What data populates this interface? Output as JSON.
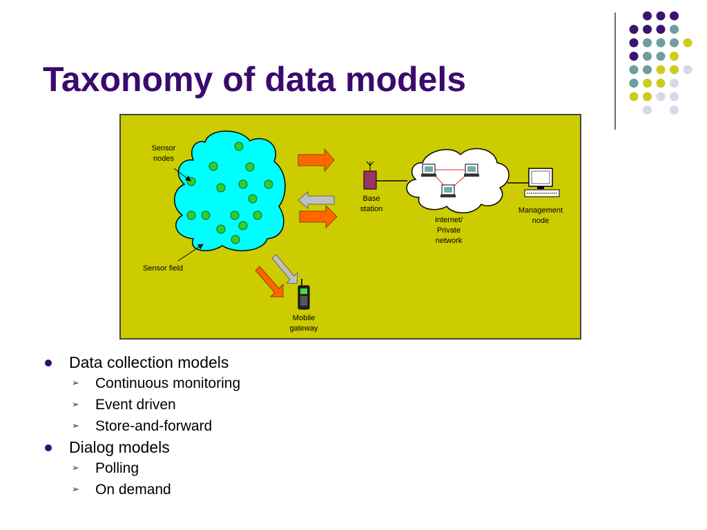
{
  "title": "Taxonomy of data models",
  "diagram": {
    "sensor_nodes_label": [
      "Sensor",
      "nodes"
    ],
    "sensor_field_label": "Sensor field",
    "base_station_label": [
      "Base",
      "station"
    ],
    "network_label": [
      "Internet/",
      "Private",
      "network"
    ],
    "management_node_label": [
      "Management",
      "node"
    ],
    "mobile_gateway_label": [
      "Mobile",
      "gateway"
    ]
  },
  "bullets": [
    {
      "text": "Data collection models",
      "children": [
        "Continuous monitoring",
        "Event driven",
        "Store-and-forward"
      ]
    },
    {
      "text": "Dialog models",
      "children": [
        "Polling",
        "On demand"
      ]
    }
  ],
  "colors": {
    "title": "#3a0a6e",
    "diagram_background": "#cccc00",
    "sensor_cloud": "#00ffff",
    "sensor_node": "#33cc33",
    "base_station": "#993366",
    "arrow_orange": "#ff6600",
    "arrow_gray": "#c0c0c0",
    "dot_purple": "#3a1470",
    "dot_teal": "#6e9e9e",
    "dot_yellow": "#cccc1e",
    "dot_lavender": "#d8d8e8"
  }
}
